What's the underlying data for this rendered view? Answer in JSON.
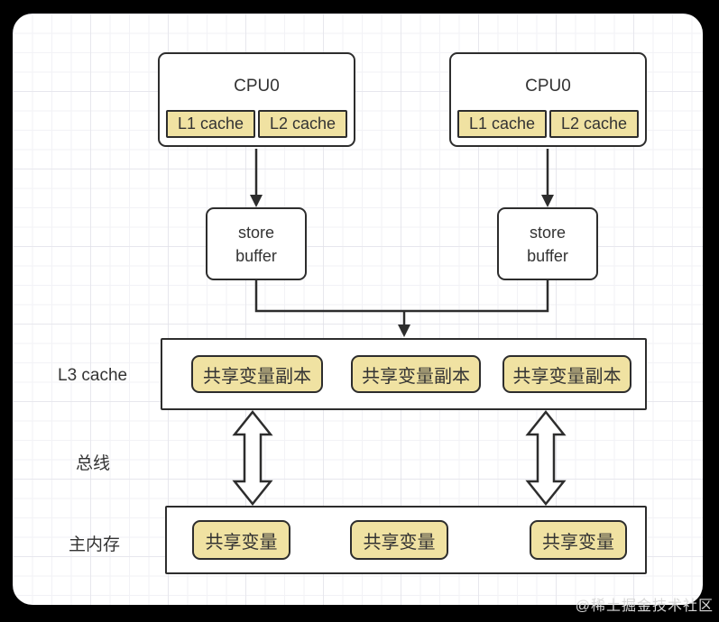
{
  "colors": {
    "background": "#000000",
    "panel": "#ffffff",
    "box_border": "#2d2d2d",
    "highlight_fill": "#f0e2a2",
    "text": "#333333"
  },
  "cpus": [
    {
      "label": "CPU0",
      "caches": [
        "L1 cache",
        "L2 cache"
      ]
    },
    {
      "label": "CPU0",
      "caches": [
        "L1 cache",
        "L2 cache"
      ]
    }
  ],
  "store_buffers": [
    {
      "label": "store buffer"
    },
    {
      "label": "store buffer"
    }
  ],
  "l3_cache": {
    "label": "L3 cache",
    "items": [
      "共享变量副本",
      "共享变量副本",
      "共享变量副本"
    ]
  },
  "bus": {
    "label": "总线"
  },
  "main_memory": {
    "label": "主内存",
    "items": [
      "共享变量",
      "共享变量",
      "共享变量"
    ]
  },
  "watermark": {
    "text": "@稀土掘金技术社区"
  }
}
